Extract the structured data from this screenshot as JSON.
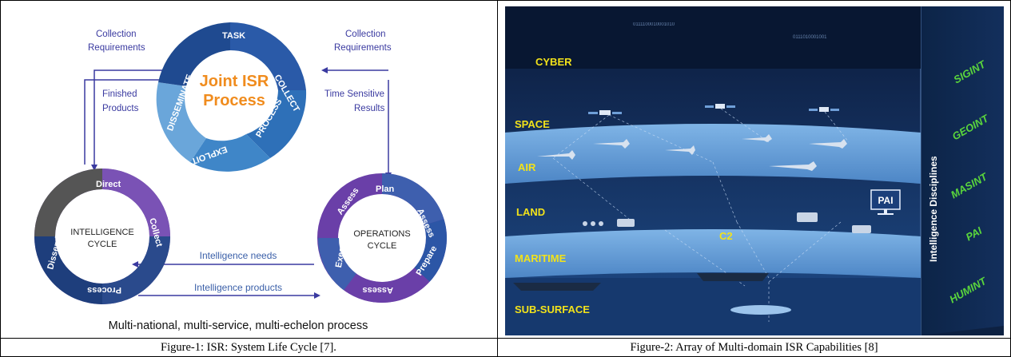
{
  "figure1": {
    "collection_left": [
      "Collection",
      "Requirements"
    ],
    "collection_right": [
      "Collection",
      "Requirements"
    ],
    "finished": [
      "Finished",
      "Products"
    ],
    "time_sensitive": [
      "Time Sensitive",
      "Results"
    ],
    "center_title": [
      "Joint ISR",
      "Process"
    ],
    "ring": [
      "TASK",
      "COLLECT",
      "PROCESS",
      "EXPLOIT",
      "DISSEMINATE"
    ],
    "intel_cycle_title": [
      "INTELLIGENCE",
      "CYCLE"
    ],
    "intel_ring": [
      "Direct",
      "Collect",
      "Process",
      "Disseminate"
    ],
    "ops_cycle_title": [
      "OPERATIONS",
      "CYCLE"
    ],
    "ops_ring": [
      "Plan",
      "Assess",
      "Prepare",
      "Assess",
      "Execute",
      "Assess"
    ],
    "intel_needs": "Intelligence needs",
    "intel_products": "Intelligence products",
    "footer": "Multi-national, multi-service, multi-echelon process",
    "caption": "Figure-1: ISR: System Life Cycle [7]."
  },
  "figure2": {
    "domains": [
      "CYBER",
      "SPACE",
      "AIR",
      "LAND",
      "MARITIME",
      "SUB-SURFACE"
    ],
    "c2": "C2",
    "pai_box": "PAI",
    "side_title": "Intelligence Disciplines",
    "disciplines": [
      "SIGINT",
      "GEOINT",
      "MASINT",
      "PAI",
      "HUMINT"
    ],
    "binary_top": "0111100010001010",
    "binary_mid": "0111010001001",
    "caption": "Figure-2: Array of Multi-domain ISR Capabilities [8]"
  }
}
